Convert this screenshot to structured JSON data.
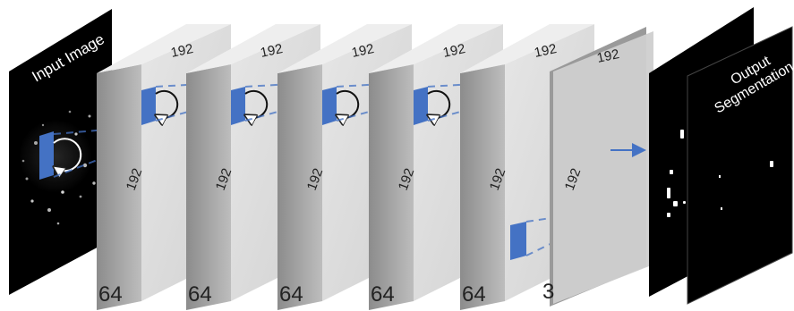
{
  "input_panel": {
    "title": "Input Image"
  },
  "output_panel": {
    "title_line1": "Output",
    "title_line2": "Segmentation"
  },
  "layers": [
    {
      "depth": "64",
      "width": "192",
      "height": "192"
    },
    {
      "depth": "64",
      "width": "192",
      "height": "192"
    },
    {
      "depth": "64",
      "width": "192",
      "height": "192"
    },
    {
      "depth": "64",
      "width": "192",
      "height": "192"
    },
    {
      "depth": "64",
      "width": "192",
      "height": "192"
    },
    {
      "depth": "3",
      "width": "192",
      "height": "192"
    }
  ],
  "colors": {
    "kernel": "#4472C4",
    "dash": "#4472C4",
    "slab_front": "#d9d9d9",
    "slab_side": "#a9a9a9",
    "slab_top": "#eeeeee",
    "panel_bg": "#000000"
  }
}
